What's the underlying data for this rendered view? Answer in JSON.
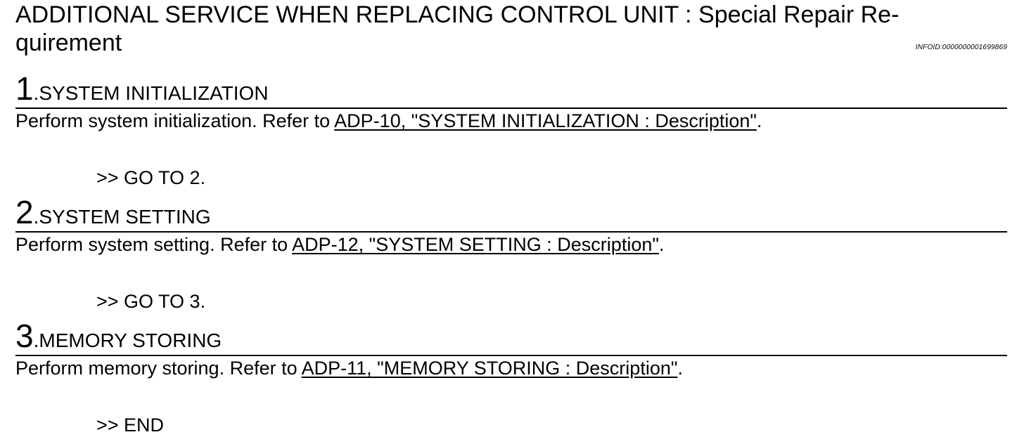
{
  "header": {
    "title_line1": "ADDITIONAL SERVICE WHEN REPLACING CONTROL UNIT : Special Repair Re-",
    "title_line2": "quirement",
    "info_id": "INFOID:0000000001699869"
  },
  "steps": [
    {
      "number": "1",
      "dot": ".",
      "title": "SYSTEM INITIALIZATION",
      "text_before": "Perform system initialization. Refer to ",
      "link": "ADP-10, \"SYSTEM INITIALIZATION : Description\"",
      "text_after": ".",
      "next": ">> GO TO 2."
    },
    {
      "number": "2",
      "dot": ".",
      "title": "SYSTEM SETTING",
      "text_before": "Perform system setting. Refer to ",
      "link": "ADP-12, \"SYSTEM SETTING : Description\"",
      "text_after": ".",
      "next": ">> GO TO 3."
    },
    {
      "number": "3",
      "dot": ".",
      "title": "MEMORY STORING",
      "text_before": "Perform memory storing. Refer to ",
      "link": "ADP-11, \"MEMORY STORING : Description\"",
      "text_after": ".",
      "next": ">> END"
    }
  ]
}
